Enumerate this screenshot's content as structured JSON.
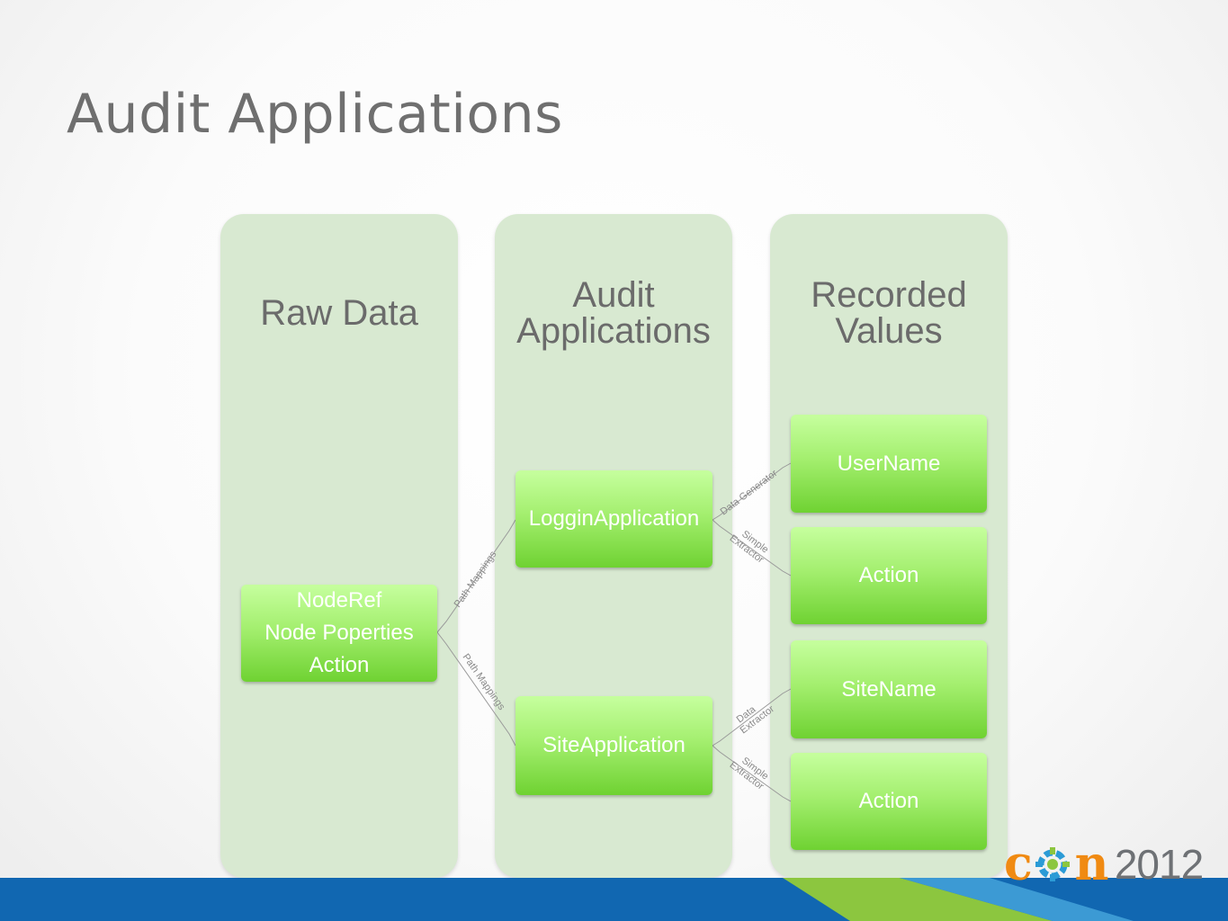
{
  "slide": {
    "title": "Audit Applications"
  },
  "columns": [
    {
      "header_lines": [
        "Raw Data"
      ]
    },
    {
      "header_lines": [
        "Audit",
        "Applications"
      ]
    },
    {
      "header_lines": [
        "Recorded",
        "Values"
      ]
    }
  ],
  "raw_data_node": {
    "lines": [
      "NodeRef",
      "Node Poperties",
      "Action"
    ]
  },
  "applications": [
    {
      "label": "LogginApplication"
    },
    {
      "label": "SiteApplication"
    }
  ],
  "recorded_values": [
    {
      "label": "UserName"
    },
    {
      "label": "Action"
    },
    {
      "label": "SiteName"
    },
    {
      "label": "Action"
    }
  ],
  "connectors": {
    "path_mappings_upper": "Path Mappings",
    "path_mappings_lower": "Path Mappings",
    "login_to_username": "Data Generator",
    "login_to_action": [
      "Simple",
      "Extractor"
    ],
    "site_to_sitename": [
      "Data",
      "Extractor"
    ],
    "site_to_action": [
      "Simple",
      "Extractor"
    ]
  },
  "logo": {
    "letters_left": "c",
    "letters_right": "n",
    "year": "2012"
  },
  "colors": {
    "column_background": "#d8e9d1",
    "node_gradient_top": "#c6ff9e",
    "node_gradient_bottom": "#6fd232",
    "footer_blue": "#1167b1",
    "footer_green": "#8cc63f",
    "logo_orange": "#f08a12",
    "title_gray": "#6f6f6f"
  }
}
